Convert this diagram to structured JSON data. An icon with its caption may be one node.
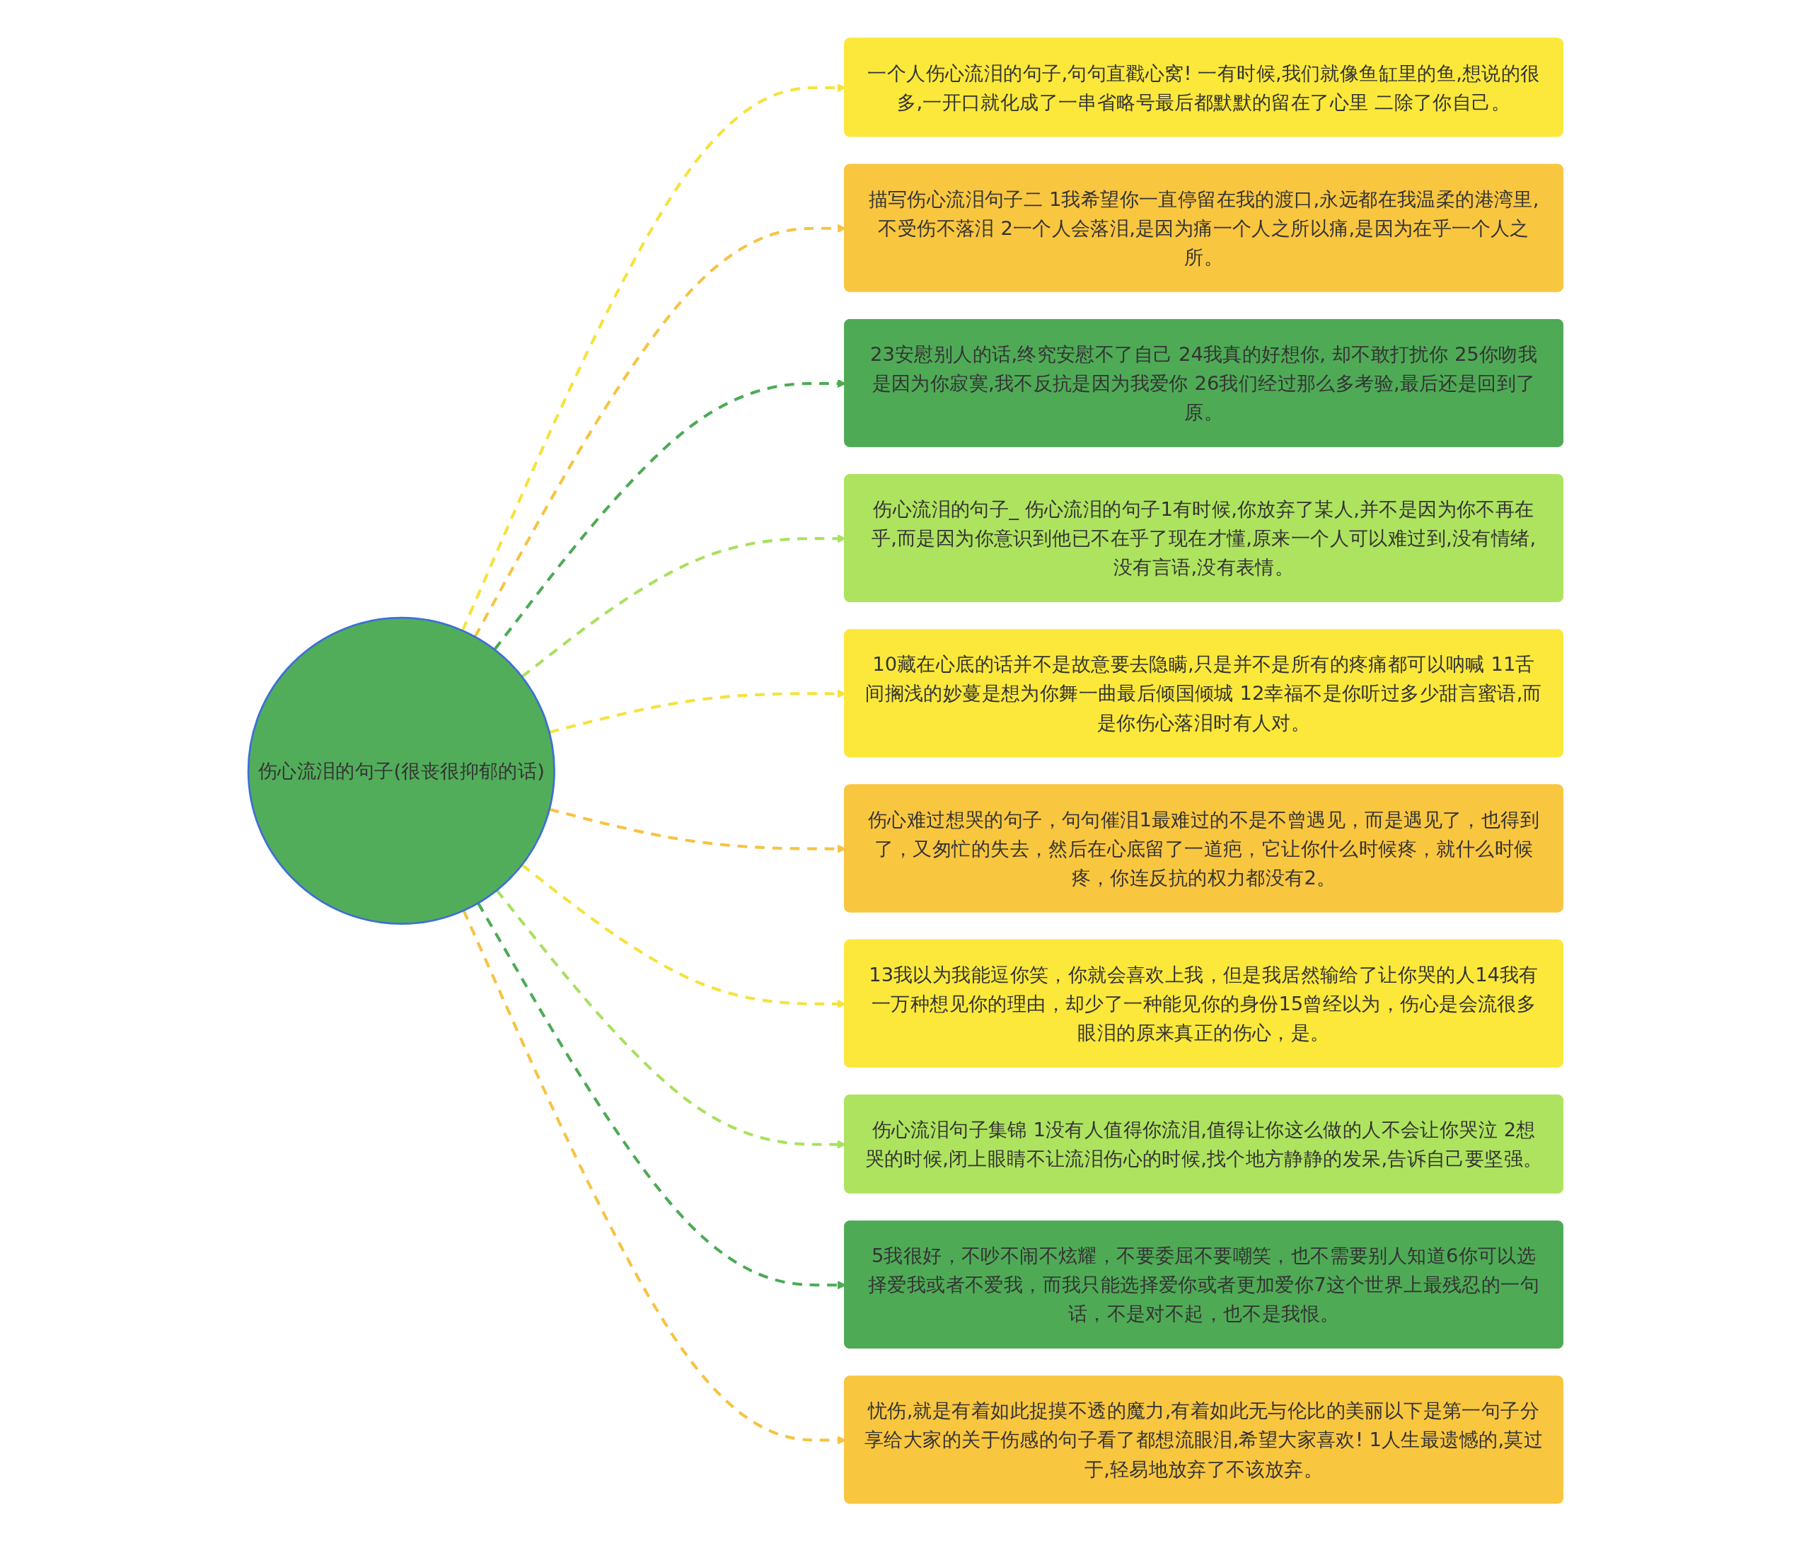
{
  "diagram": {
    "nodes": [
      {
        "text": [
          "伤心流泪的句子(很丧很抑郁的话)"
        ]
      },
      {
        "text": [
          "一个人伤心流泪的句子,句句直戳心窝! 一有时候,我们就像鱼缸里的鱼,想说的很多,一开口就化成了一串省略号最后都默默的留在了心里 二除了你自己。"
        ]
      },
      {
        "text": [
          "描写伤心流泪句子二 1我希望你一直停留在我的渡口,永远都在我温柔的港湾里,不受伤不落泪 2一个人会落泪,是因为痛一个人之所以痛,是因为在乎一个人之所。"
        ]
      },
      {
        "text": [
          "23安慰别人的话,终究安慰不了自己 24我真的好想你, 却不敢打扰你 25你吻我是因为你寂寞,我不反抗是因为我爱你 26我们经过那么多考验,最后还是回到了原。"
        ]
      },
      {
        "text": [
          "伤心流泪的句子_ 伤心流泪的句子1有时候,你放弃了某人,并不是因为你不再在乎,而是因为你意识到他已不在乎了现在才懂,原来一个人可以难过到,没有情绪,没有言语,没有表情。"
        ]
      },
      {
        "text": [
          "10藏在心底的话并不是故意要去隐瞒,只是并不是所有的疼痛都可以呐喊 11舌间搁浅的妙蔓是想为你舞一曲最后倾国倾城 12幸福不是你听过多少甜言蜜语,而是你伤心落泪时有人对。"
        ]
      },
      {
        "text": [
          "伤心难过想哭的句子，句句催泪1最难过的不是不曾遇见，而是遇见了，也得到了，又匆忙的失去，然后在心底留了一道疤，它让你什么时候疼，就什么时候疼，你连反抗的权力都没有2。"
        ]
      },
      {
        "text": [
          "13我以为我能逗你笑，你就会喜欢上我，但是我居然输给了让你哭的人14我有一万种想见你的理由，却少了一种能见你的身份15曾经以为，伤心是会流很多眼泪的原来真正的伤心，是。"
        ]
      },
      {
        "text": [
          "伤心流泪句子集锦 1没有人值得你流泪,值得让你这么做的人不会让你哭泣 2想哭的时候,闭上眼睛不让流泪伤心的时候,找个地方静静的发呆,告诉自己要坚强。"
        ]
      },
      {
        "text": [
          "5我很好，不吵不闹不炫耀，不要委屈不要嘲笑，也不需要别人知道6你可以选择爱我或者不爱我，而我只能选择爱你或者更加爱你7这个世界上最残忍的一句话，不是对不起，也不是我恨。"
        ]
      },
      {
        "text": [
          "忧伤,就是有着如此捉摸不透的魔力,有着如此无与伦比的美丽以下是第一句子分享给大家的关于伤感的句子看了都想流眼泪,希望大家喜欢! 1人生最遗憾的,莫过于,轻易地放弃了不该放弃。"
        ]
      }
    ],
    "edges": [
      {
        "from": 0,
        "to": 1,
        "arrow": "to",
        "style": "dashed",
        "color": "#f5e23c"
      },
      {
        "from": 0,
        "to": 2,
        "arrow": "to",
        "style": "dashed",
        "color": "#f6c342"
      },
      {
        "from": 0,
        "to": 3,
        "arrow": "to",
        "style": "dashed",
        "color": "#4caa55"
      },
      {
        "from": 0,
        "to": 4,
        "arrow": "to",
        "style": "dashed",
        "color": "#a9e05f"
      },
      {
        "from": 0,
        "to": 5,
        "arrow": "to",
        "style": "dashed",
        "color": "#f5e23c"
      },
      {
        "from": 0,
        "to": 6,
        "arrow": "to",
        "style": "dashed",
        "color": "#f6c342"
      },
      {
        "from": 0,
        "to": 7,
        "arrow": "to",
        "style": "dashed",
        "color": "#f5e23c"
      },
      {
        "from": 0,
        "to": 8,
        "arrow": "to",
        "style": "dashed",
        "color": "#a9e05f"
      },
      {
        "from": 0,
        "to": 9,
        "arrow": "to",
        "style": "dashed",
        "color": "#4caa55"
      },
      {
        "from": 0,
        "to": 10,
        "arrow": "to",
        "style": "dashed",
        "color": "#f6c342"
      }
    ]
  }
}
